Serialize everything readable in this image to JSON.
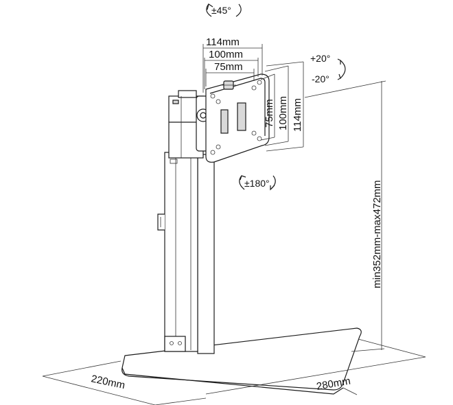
{
  "labels": {
    "swivel": "±45°",
    "vesa_114_h": "114mm",
    "vesa_100_h": "100mm",
    "vesa_75_h": "75mm",
    "tilt_up": "+20°",
    "tilt_down": "-20°",
    "vesa_75_v": "75mm",
    "vesa_100_v": "100mm",
    "vesa_114_v": "114mm",
    "rotation": "±180°",
    "height_range": "min352mm-max472mm",
    "base_depth": "220mm",
    "base_width": "280mm"
  },
  "colors": {
    "line": "#1a1a1a",
    "background": "#ffffff",
    "shade": "#d9d9d9"
  }
}
